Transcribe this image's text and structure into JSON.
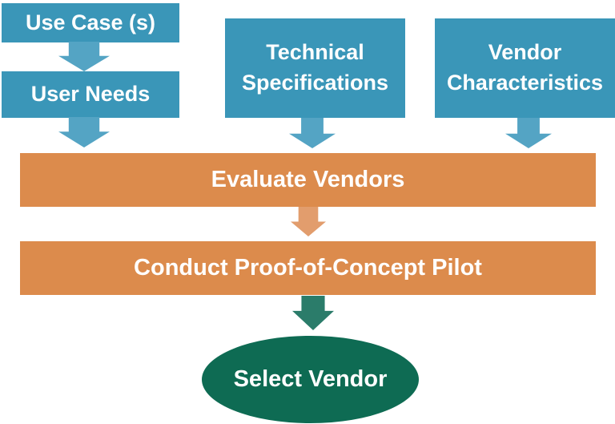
{
  "colors": {
    "background": "#ffffff",
    "text": "#ffffff",
    "box_blue": "#3a96b8",
    "arrow_blue": "#54a4c4",
    "bar_orange": "#dc8b4c",
    "arrow_orange": "#e29d6d",
    "arrow_green": "#2b7c6a",
    "ellipse_green": "#0e6b53"
  },
  "nodes": {
    "use_case": {
      "label": "Use Case (s)"
    },
    "user_needs": {
      "label": "User Needs"
    },
    "technical_specifications": {
      "label": "Technical Specifications"
    },
    "vendor_characteristics": {
      "label": "Vendor Characteristics"
    },
    "evaluate_vendors": {
      "label": "Evaluate Vendors"
    },
    "conduct_pilot": {
      "label": "Conduct Proof-of-Concept Pilot"
    },
    "select_vendor": {
      "label": "Select Vendor"
    }
  }
}
